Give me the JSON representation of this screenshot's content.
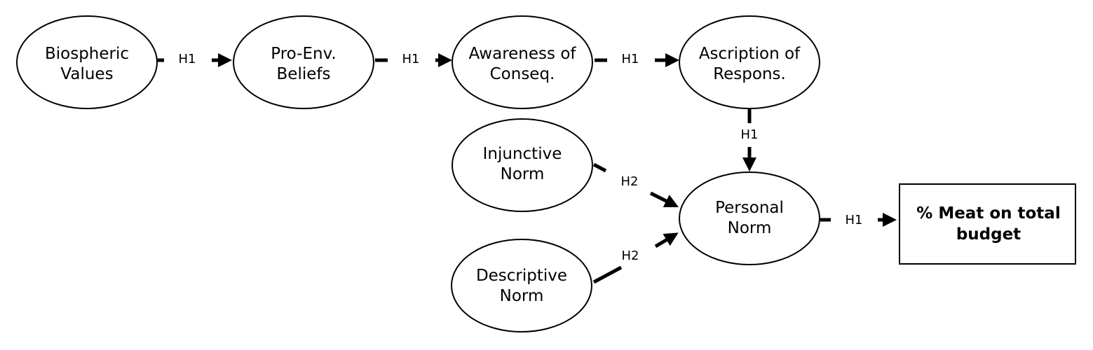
{
  "nodes": {
    "biospheric_values": {
      "line1": "Biospheric",
      "line2": "Values"
    },
    "pro_env_beliefs": {
      "line1": "Pro-Env.",
      "line2": "Beliefs"
    },
    "awareness_of_conseq": {
      "line1": "Awareness of",
      "line2": "Conseq."
    },
    "ascription_of_respons": {
      "line1": "Ascription of",
      "line2": "Respons."
    },
    "injunctive_norm": {
      "line1": "Injunctive",
      "line2": "Norm"
    },
    "descriptive_norm": {
      "line1": "Descriptive",
      "line2": "Norm"
    },
    "personal_norm": {
      "line1": "Personal",
      "line2": "Norm"
    },
    "meat_budget": {
      "line1": "% Meat on total",
      "line2": "budget"
    }
  },
  "edges": {
    "values_to_beliefs": "H1",
    "beliefs_to_awareness": "H1",
    "awareness_to_ascription": "H1",
    "ascription_to_personal": "H1",
    "injunctive_to_personal": "H2",
    "descriptive_to_personal": "H2",
    "personal_to_meat": "H1"
  }
}
